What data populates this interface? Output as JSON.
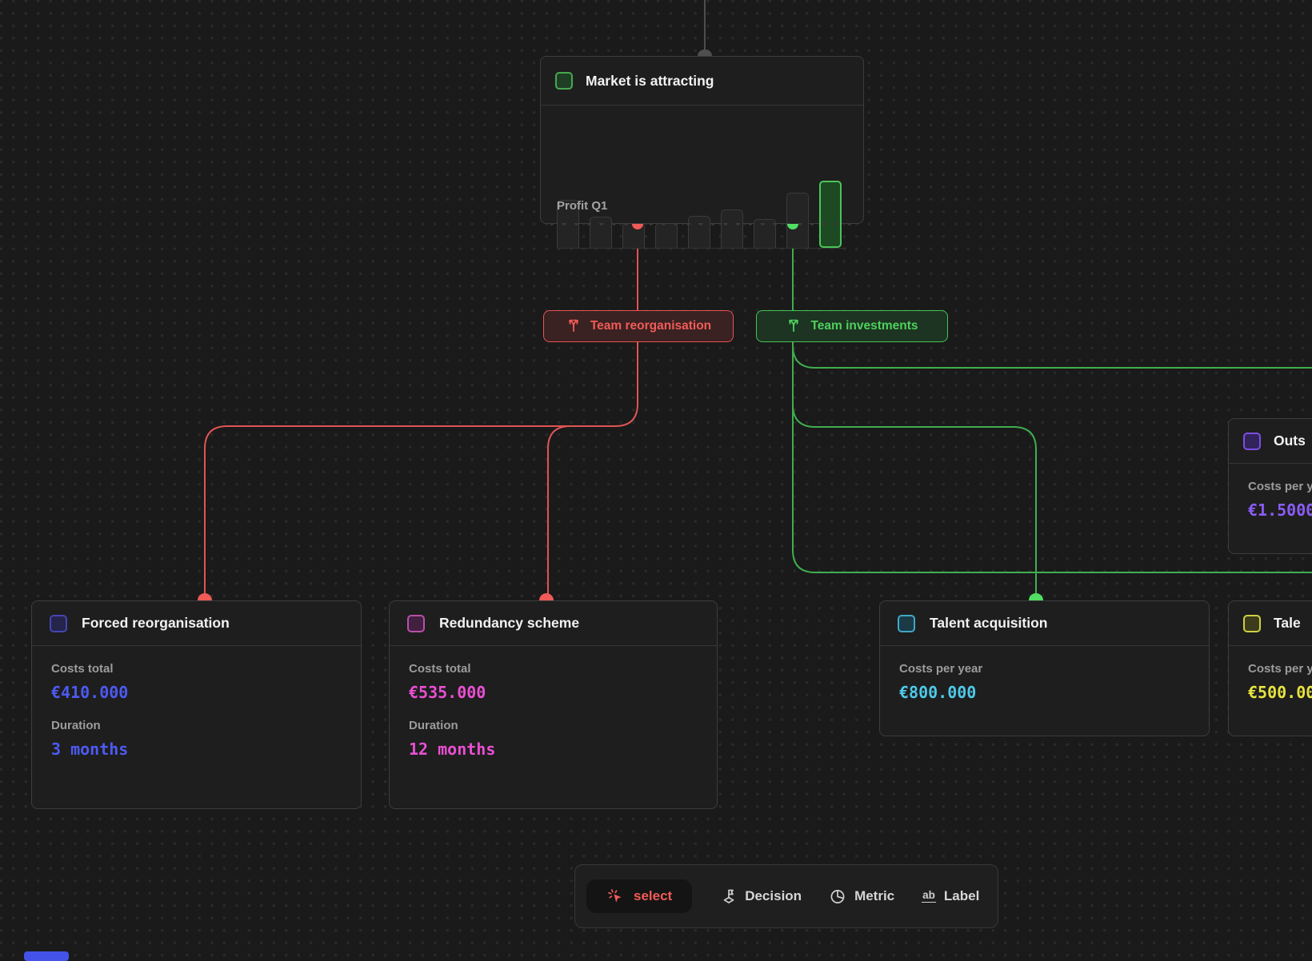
{
  "canvas": {
    "bg": "#1a1a1a",
    "dot_color": "#292929"
  },
  "edge_colors": {
    "red": "#e05454",
    "green": "#3fae4f",
    "grey": "#4d4d4d"
  },
  "market_node": {
    "title": "Market is attracting",
    "icon_border": "#46a94f",
    "icon_fill": "#203e25",
    "chart": {
      "type": "bar",
      "values": [
        60,
        39,
        31,
        31,
        40,
        48,
        36,
        69,
        84
      ],
      "highlight_index": 8,
      "highlight_color": "#4cc45a",
      "bar_color": "#242424",
      "xlabel": "Profit Q1"
    }
  },
  "decisions": [
    {
      "label": "Team reorganisation",
      "color": "#f15b56",
      "border": "#ea5350",
      "bg": "#3a2122"
    },
    {
      "label": "Team investments",
      "color": "#4fd05e",
      "border": "#47c456",
      "bg": "#1c3421"
    }
  ],
  "cards": [
    {
      "title": "Forced reorganisation",
      "accent": {
        "icon_border": "#4545b4",
        "icon_fill": "#25254c",
        "value_color": "#4d5af2"
      },
      "metrics": [
        {
          "label": "Costs total",
          "value": "€410.000"
        },
        {
          "label": "Duration",
          "value": "3 months"
        }
      ]
    },
    {
      "title": "Redundancy scheme",
      "accent": {
        "icon_border": "#b650a8",
        "icon_fill": "#442040",
        "value_color": "#ea4fd2"
      },
      "metrics": [
        {
          "label": "Costs total",
          "value": "€535.000"
        },
        {
          "label": "Duration",
          "value": "12 months"
        }
      ]
    },
    {
      "title": "Talent acquisition",
      "accent": {
        "icon_border": "#41a7c6",
        "icon_fill": "#1a3b46",
        "value_color": "#4fc9e8"
      },
      "metrics": [
        {
          "label": "Costs per year",
          "value": "€800.000"
        }
      ]
    },
    {
      "title": "Tale",
      "accent": {
        "icon_border": "#cfcf45",
        "icon_fill": "#3c3c1d",
        "value_color": "#e6e33f"
      },
      "metrics": [
        {
          "label": "Costs per y",
          "value": "€500.00"
        }
      ]
    },
    {
      "title": "Outs",
      "accent": {
        "icon_border": "#7c4fe0",
        "icon_fill": "#31235c",
        "value_color": "#8b5cf6"
      },
      "metrics": [
        {
          "label": "Costs per y",
          "value": "€1.5000"
        }
      ]
    }
  ],
  "toolbar": {
    "items": [
      {
        "label": "select",
        "icon": "cursor-spark-icon",
        "active": true
      },
      {
        "label": "Decision",
        "icon": "flag-icon",
        "active": false
      },
      {
        "label": "Metric",
        "icon": "pie-icon",
        "active": false
      },
      {
        "label": "Label",
        "icon": "ab-underline-icon",
        "active": false
      }
    ]
  },
  "view_indicator_color": "#4353e8"
}
